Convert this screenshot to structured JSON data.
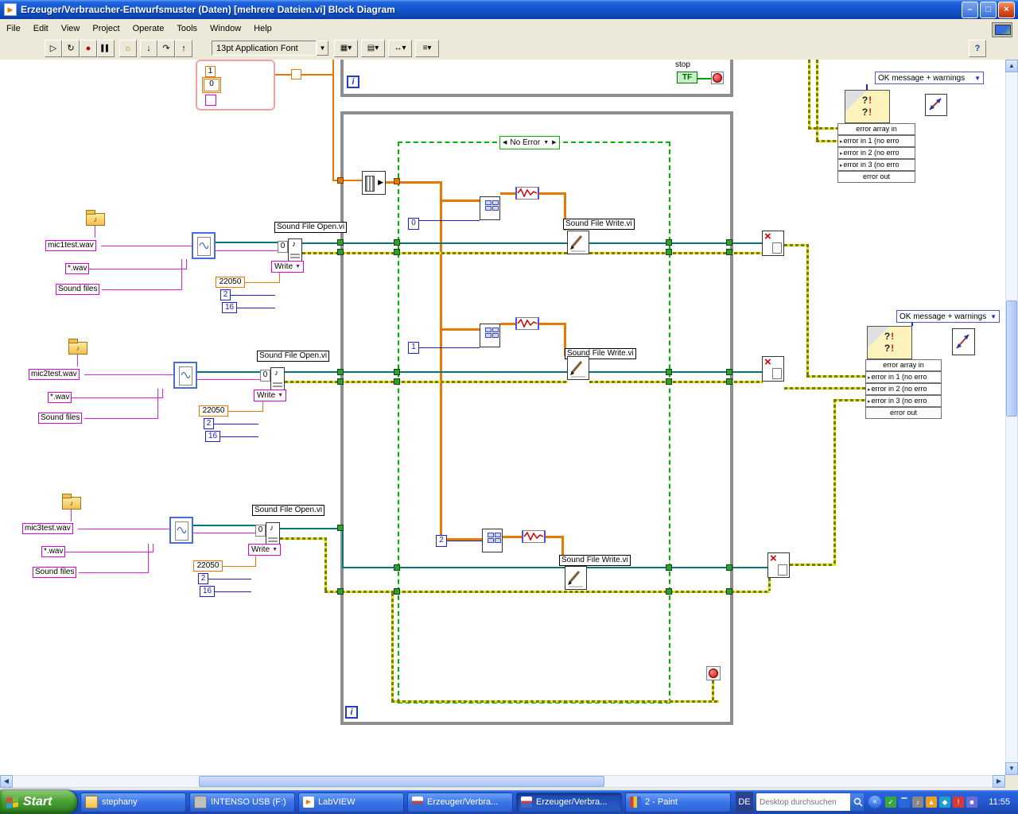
{
  "window": {
    "title": "Erzeuger/Verbraucher-Entwurfsmuster (Daten) [mehrere Dateien.vi] Block Diagram"
  },
  "menu": {
    "items": [
      "File",
      "Edit",
      "View",
      "Project",
      "Operate",
      "Tools",
      "Window",
      "Help"
    ]
  },
  "toolbar": {
    "font_selector": "13pt Application Font",
    "help_label": "?"
  },
  "diagram": {
    "cluster": {
      "v1": "1",
      "v2": "0"
    },
    "top_loop": {
      "iterator": "i",
      "stop_label": "stop",
      "stop_terminal": "TF"
    },
    "main_loop": {
      "iterator": "i"
    },
    "case_selector": "No Error",
    "channels": [
      {
        "file_name": "mic1test.wav",
        "pattern": "*.wav",
        "prompt": "Sound files",
        "open_label": "Sound File Open.vi",
        "open_constant": "0",
        "mode": "Write",
        "sample_rate": "22050",
        "num_channels": "2",
        "bits": "16",
        "index": "0",
        "write_label": "Sound File Write.vi"
      },
      {
        "file_name": "mic2test.wav",
        "pattern": "*.wav",
        "prompt": "Sound files",
        "open_label": "Sound File Open.vi",
        "open_constant": "0",
        "mode": "Write",
        "sample_rate": "22050",
        "num_channels": "2",
        "bits": "16",
        "index": "1",
        "write_label": "Sound File Write.vi"
      },
      {
        "file_name": "mic3test.wav",
        "pattern": "*.wav",
        "prompt": "Sound files",
        "open_label": "Sound File Open.vi",
        "open_constant": "0",
        "mode": "Write",
        "sample_rate": "22050",
        "num_channels": "2",
        "bits": "16",
        "index": "2",
        "write_label": "Sound File Write.vi"
      }
    ],
    "error_handlers": [
      {
        "selector": "OK message + warnings",
        "rows": [
          "error array in",
          "error in 1 (no erro",
          "error in 2 (no erro",
          "error in 3 (no erro",
          "error out"
        ]
      },
      {
        "selector": "OK message + warnings",
        "rows": [
          "error array in",
          "error in 1 (no erro",
          "error in 2 (no erro",
          "error in 3 (no erro",
          "error out"
        ]
      }
    ]
  },
  "taskbar": {
    "start_label": "Start",
    "buttons": [
      "stephany",
      "INTENSO USB (F:)",
      "LabVIEW",
      "Erzeuger/Verbra...",
      "Erzeuger/Verbra...",
      "2 - Paint"
    ],
    "language": "DE",
    "search_placeholder": "Desktop durchsuchen",
    "clock": "11:55"
  }
}
